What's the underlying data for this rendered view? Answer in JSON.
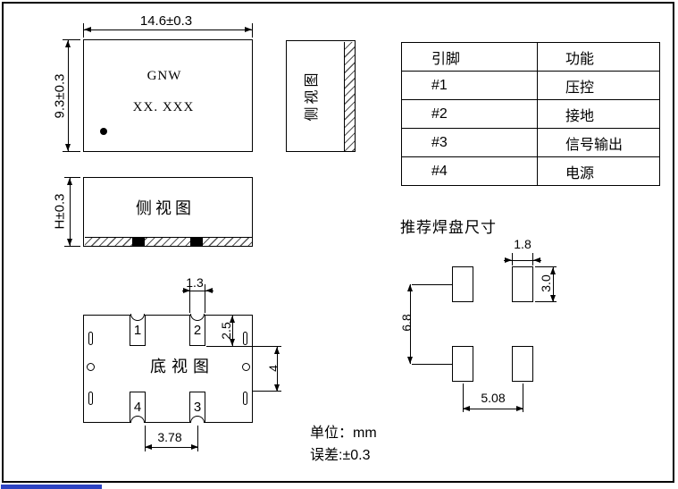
{
  "top_view": {
    "brand": "GNW",
    "model": "XX. XXX",
    "dim_width": "14.6±0.3",
    "dim_height": "9.3±0.3"
  },
  "side_view_right": {
    "label": "侧视图"
  },
  "side_view_front": {
    "label": "侧视图",
    "dim_height": "H±0.3"
  },
  "bottom_view": {
    "label": "底视图",
    "pad_labels": [
      "1",
      "2",
      "3",
      "4"
    ],
    "dim_pad_width": "1.3",
    "dim_pad_depth": "2.5",
    "dim_pad_gap": "4",
    "dim_pad_pitch": "3.78"
  },
  "pad_layout": {
    "title": "推荐焊盘尺寸",
    "dim_pad_width": "1.8",
    "dim_pad_height": "3.0",
    "dim_row_pitch": "6.8",
    "dim_col_pitch": "5.08"
  },
  "pin_table": {
    "headers": [
      "引脚",
      "功能"
    ],
    "rows": [
      [
        "#1",
        "压控"
      ],
      [
        "#2",
        "接地"
      ],
      [
        "#3",
        "信号输出"
      ],
      [
        "#4",
        "电源"
      ]
    ]
  },
  "notes": {
    "unit": "单位：mm",
    "tolerance": "误差:±0.3"
  },
  "colors": {
    "line": "#000000",
    "accent_bar": "#2d43c2"
  }
}
